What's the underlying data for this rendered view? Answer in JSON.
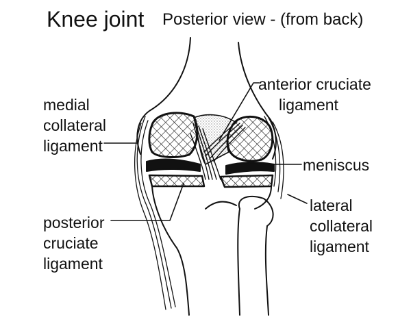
{
  "title": "Knee joint",
  "subtitle": "Posterior view - (from back)",
  "labels": {
    "medial_collateral": [
      "medial",
      "collateral",
      "ligament"
    ],
    "anterior_cruciate": [
      "anterior cruciate",
      "ligament"
    ],
    "meniscus": "meniscus",
    "posterior_cruciate": [
      "posterior",
      "cruciate",
      "ligament"
    ],
    "lateral_collateral": [
      "lateral",
      "collateral",
      "ligament"
    ]
  },
  "colors": {
    "line": "#111111",
    "background": "#ffffff",
    "stipple": "#555555"
  }
}
